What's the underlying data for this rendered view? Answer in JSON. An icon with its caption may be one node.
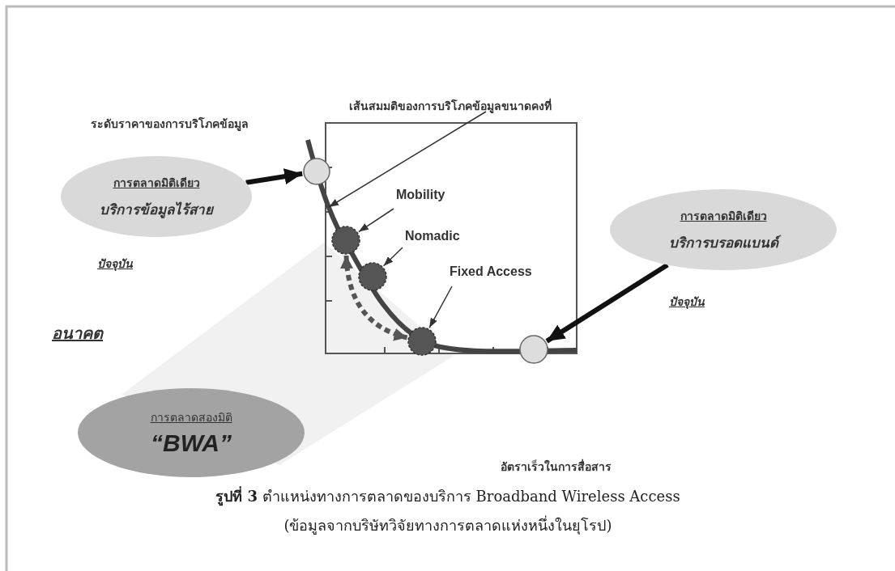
{
  "diagram": {
    "caption": "**รูปที่ 3** ตำแหน่งทางการตลาดของบริการ Broadband Wireless Access (ข้อมูลจากบริษัทวิจัยทางการตลาดแห่งหนึ่งในยุโรป)",
    "nodes": [
      {
        "text": [
          "เส้นสมมติของการบริโภคข้อมูลขนาดคงที่"
        ]
      },
      {
        "text": [
          "การตลาดมิติเดียว",
          "บริการข้อมูลไร้สาย"
        ],
        "beside": [
          "ปัจจุบัน"
        ]
      },
      {
        "text": [],
        "shape": "circle"
      },
      {
        "text": [
          "Mobility"
        ]
      },
      {
        "text": [],
        "shape": "circle"
      },
      {
        "text": [
          "การตลาดมิติเดียว",
          "บริการบรอดแบนด์"
        ],
        "beside": [
          "ปัจจุบัน"
        ]
      },
      {
        "text": [
          "Nomadic"
        ]
      },
      {
        "text": [],
        "shape": "circle"
      },
      {
        "text": [
          "Fixed Access"
        ]
      },
      {
        "text": [],
        "shape": "circle"
      },
      {
        "text": [],
        "shape": "circle"
      },
      {
        "text": [
          "การตลาดสองมิติ",
          "“BWA”"
        ],
        "beside": [
          "อนาคต"
        ]
      }
    ],
    "edges": [
      {
        "from": 0,
        "to": null,
        "arrow": "to"
      },
      {
        "from": 4,
        "to": 9,
        "arrow": "both",
        "style": "dashed",
        "color": "#555555"
      },
      {
        "from": 1,
        "to": 2,
        "arrow": "to",
        "style": "thick"
      },
      {
        "from": 3,
        "to": 4,
        "arrow": "to"
      },
      {
        "from": 6,
        "to": 7,
        "arrow": "to"
      },
      {
        "from": 8,
        "to": 9,
        "arrow": "to"
      },
      {
        "from": 5,
        "to": 10,
        "arrow": "to",
        "style": "thick"
      }
    ],
    "labels": [
      "ระดับราคาของการบริโภคข้อมูล",
      "อัตราเร็วในการสื่อสาร"
    ]
  }
}
